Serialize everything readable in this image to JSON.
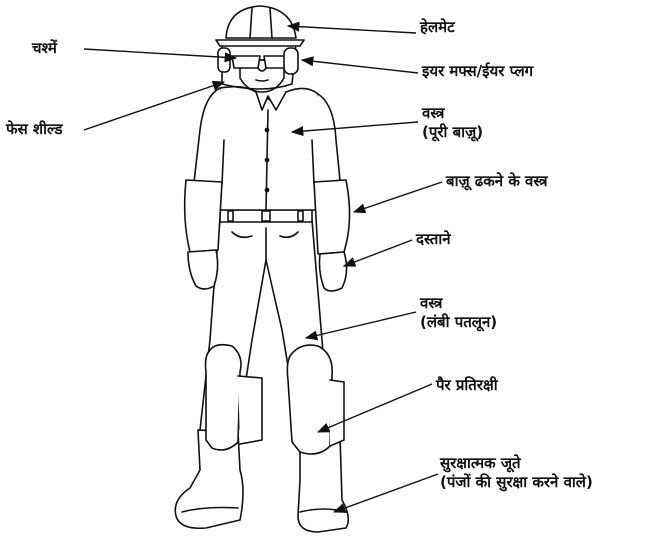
{
  "labels": {
    "helmet": "हेलमेट",
    "glasses": "चश्में",
    "earmuffs": "इयर मफ्स/ईयर प्लग",
    "face_shield": "फेस शील्ड",
    "clothing_top": {
      "line1": "वस्त्र",
      "line2": "(पूरी बाज़ू)"
    },
    "arm_covers": "बाज़ू ढकने के वस्त्र",
    "gloves": "दस्ताने",
    "clothing_pants": {
      "line1": "वस्त्र",
      "line2": "(लंबी पतलून)"
    },
    "leg_guards": "पैर प्रतिरक्षी",
    "boots": {
      "line1": "सुरक्षात्मक जूते",
      "line2": "(पंजों की सुरक्षा करने वाले)"
    }
  },
  "colors": {
    "ink": "#111111",
    "background": "#ffffff"
  }
}
